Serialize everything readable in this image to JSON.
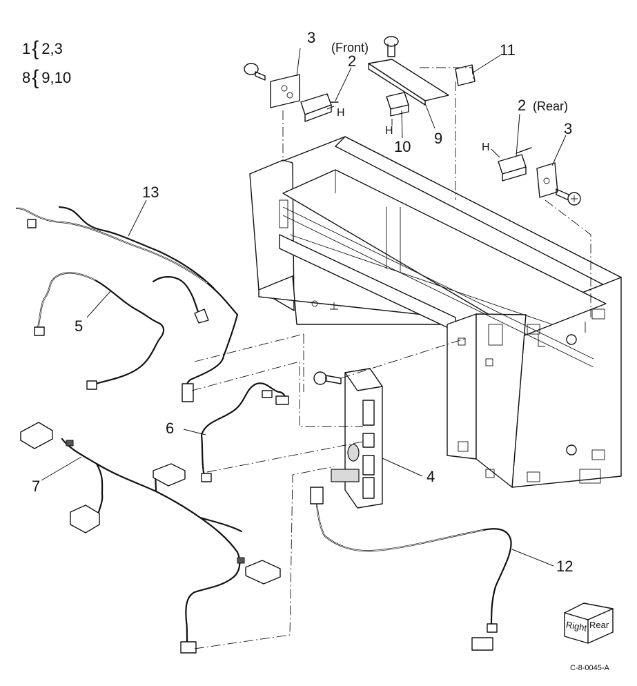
{
  "legend": [
    {
      "parent": "1",
      "children": "2,3"
    },
    {
      "parent": "8",
      "children": "9,10"
    }
  ],
  "callouts": {
    "c2_front": "2",
    "c2_rear": "2",
    "c3_front": "3",
    "c3_rear": "3",
    "c4": "4",
    "c5": "5",
    "c6": "6",
    "c7": "7",
    "c9": "9",
    "c10": "10",
    "c11": "11",
    "c12": "12",
    "c13": "13"
  },
  "notes": {
    "front": "(Front)",
    "rear": "(Rear)",
    "h_front": "H",
    "h_10": "H",
    "h_rear": "H"
  },
  "orientation_cube": {
    "right": "Right",
    "rear": "Rear"
  },
  "figure_code": "C-8-0045-A"
}
